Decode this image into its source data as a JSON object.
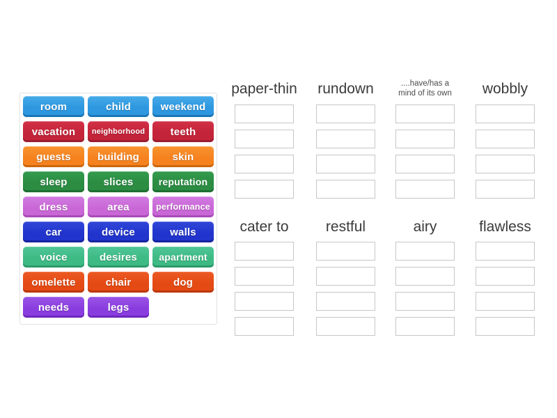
{
  "palette": {
    "blue": {
      "top": "#47abe9",
      "base": "#2d97df",
      "shade": "#1b76b8"
    },
    "red": {
      "top": "#d23148",
      "base": "#c42439",
      "shade": "#9c1c2e"
    },
    "orange": {
      "top": "#f8942f",
      "base": "#f5821f",
      "shade": "#cc660d"
    },
    "green": {
      "top": "#339b4e",
      "base": "#2b8c42",
      "shade": "#1e6e31"
    },
    "orchid": {
      "top": "#d27ce2",
      "base": "#c967d6",
      "shade": "#a94bb8"
    },
    "navy": {
      "top": "#3247d8",
      "base": "#2135cd",
      "shade": "#1625a0"
    },
    "seagreen": {
      "top": "#50c697",
      "base": "#3eba85",
      "shade": "#2c9a6a"
    },
    "orangered": {
      "top": "#ec5a24",
      "base": "#e44a14",
      "shade": "#bc380c"
    },
    "purple": {
      "top": "#9a55e6",
      "base": "#8a3ddf",
      "shade": "#6f28bd"
    }
  },
  "slot_border_color": "#c6c6c6",
  "tiles": [
    {
      "label": "room",
      "color": "blue"
    },
    {
      "label": "child",
      "color": "blue"
    },
    {
      "label": "weekend",
      "color": "blue"
    },
    {
      "label": "vacation",
      "color": "red"
    },
    {
      "label": "neighborhood",
      "color": "red"
    },
    {
      "label": "teeth",
      "color": "red"
    },
    {
      "label": "guests",
      "color": "orange"
    },
    {
      "label": "building",
      "color": "orange"
    },
    {
      "label": "skin",
      "color": "orange"
    },
    {
      "label": "sleep",
      "color": "green"
    },
    {
      "label": "slices",
      "color": "green"
    },
    {
      "label": "reputation",
      "color": "green"
    },
    {
      "label": "dress",
      "color": "orchid"
    },
    {
      "label": "area",
      "color": "orchid"
    },
    {
      "label": "performance",
      "color": "orchid"
    },
    {
      "label": "car",
      "color": "navy"
    },
    {
      "label": "device",
      "color": "navy"
    },
    {
      "label": "walls",
      "color": "navy"
    },
    {
      "label": "voice",
      "color": "seagreen"
    },
    {
      "label": "desires",
      "color": "seagreen"
    },
    {
      "label": "apartment",
      "color": "seagreen"
    },
    {
      "label": "omelette",
      "color": "orangered"
    },
    {
      "label": "chair",
      "color": "orangered"
    },
    {
      "label": "dog",
      "color": "orangered"
    },
    {
      "label": "needs",
      "color": "purple"
    },
    {
      "label": "legs",
      "color": "purple"
    }
  ],
  "groups": [
    {
      "title": "paper-thin",
      "slot_count": 4
    },
    {
      "title": "rundown",
      "slot_count": 4
    },
    {
      "title": "....have/has a mind of its own",
      "slot_count": 4
    },
    {
      "title": "wobbly",
      "slot_count": 4
    },
    {
      "title": "cater to",
      "slot_count": 4
    },
    {
      "title": "restful",
      "slot_count": 4
    },
    {
      "title": "airy",
      "slot_count": 4
    },
    {
      "title": "flawless",
      "slot_count": 4
    }
  ]
}
